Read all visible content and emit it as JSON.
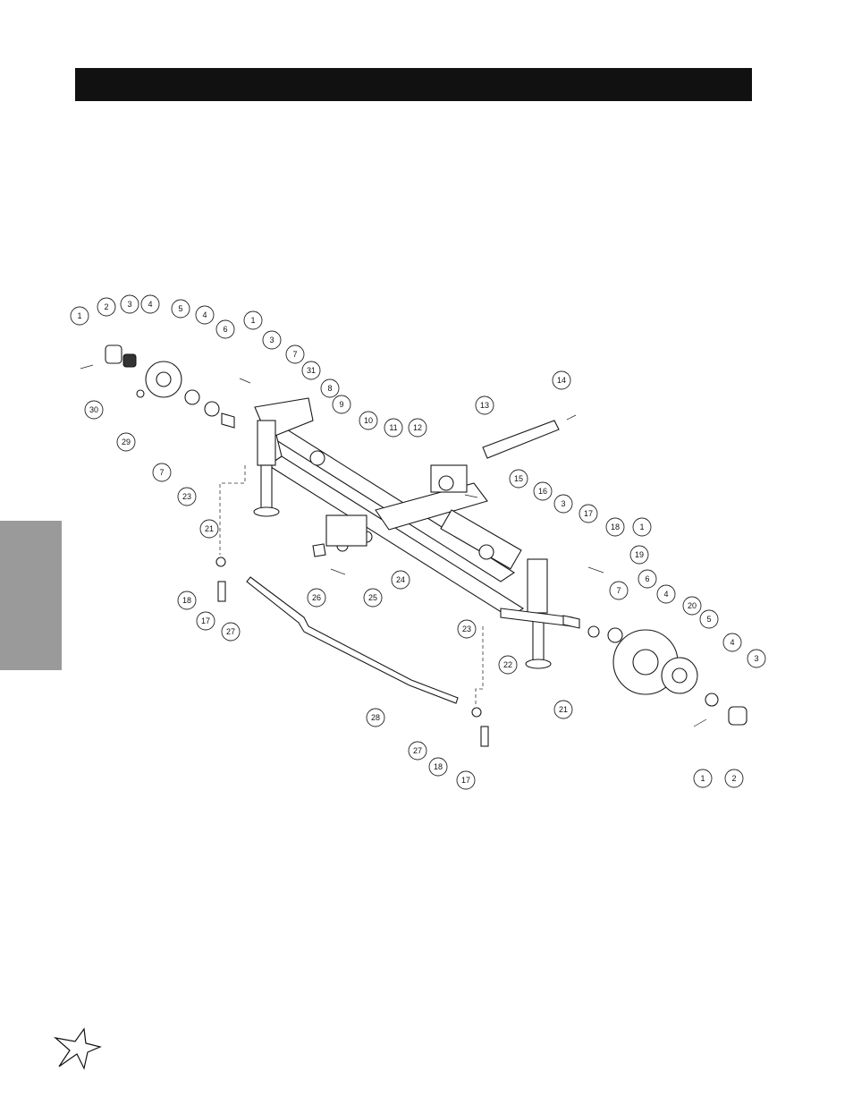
{
  "header": {
    "title": ""
  },
  "colors": {
    "title_bar": "#111111",
    "side_tab": "#9a9a9a"
  },
  "callouts": [
    {
      "label": "1"
    },
    {
      "label": "2"
    },
    {
      "label": "3"
    },
    {
      "label": "4"
    },
    {
      "label": "5"
    },
    {
      "label": "4"
    },
    {
      "label": "6"
    },
    {
      "label": "1"
    },
    {
      "label": "3"
    },
    {
      "label": "7"
    },
    {
      "label": "31"
    },
    {
      "label": "8"
    },
    {
      "label": "9"
    },
    {
      "label": "10"
    },
    {
      "label": "11"
    },
    {
      "label": "12"
    },
    {
      "label": "13"
    },
    {
      "label": "14"
    },
    {
      "label": "30"
    },
    {
      "label": "29"
    },
    {
      "label": "7"
    },
    {
      "label": "23"
    },
    {
      "label": "21"
    },
    {
      "label": "15"
    },
    {
      "label": "16"
    },
    {
      "label": "3"
    },
    {
      "label": "17"
    },
    {
      "label": "18"
    },
    {
      "label": "1"
    },
    {
      "label": "19"
    },
    {
      "label": "24"
    },
    {
      "label": "26"
    },
    {
      "label": "25"
    },
    {
      "label": "18"
    },
    {
      "label": "17"
    },
    {
      "label": "27"
    },
    {
      "label": "23"
    },
    {
      "label": "7"
    },
    {
      "label": "6"
    },
    {
      "label": "4"
    },
    {
      "label": "20"
    },
    {
      "label": "5"
    },
    {
      "label": "22"
    },
    {
      "label": "4"
    },
    {
      "label": "3"
    },
    {
      "label": "21"
    },
    {
      "label": "28"
    },
    {
      "label": "27"
    },
    {
      "label": "18"
    },
    {
      "label": "17"
    },
    {
      "label": "1"
    },
    {
      "label": "2"
    }
  ],
  "icons": {
    "logo": "star-burst-logo-icon"
  }
}
